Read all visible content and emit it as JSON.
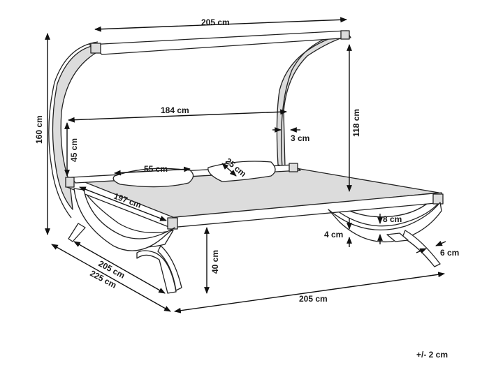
{
  "dimensions": {
    "canopy_width": "205 cm",
    "canopy_inner_width": "184 cm",
    "canopy_frame_thickness": "3 cm",
    "canopy_height": "118 cm",
    "total_height": "160 cm",
    "side_height": "45 cm",
    "pillow_length": "55 cm",
    "pillow_width": "25 cm",
    "mattress_length": "197 cm",
    "base_depth": "205 cm",
    "total_depth": "225 cm",
    "bed_height": "40 cm",
    "total_width": "205 cm",
    "rail_height": "8 cm",
    "foot_height": "4 cm",
    "leg_thickness": "6 cm"
  },
  "tolerance": "+/- 2 cm"
}
